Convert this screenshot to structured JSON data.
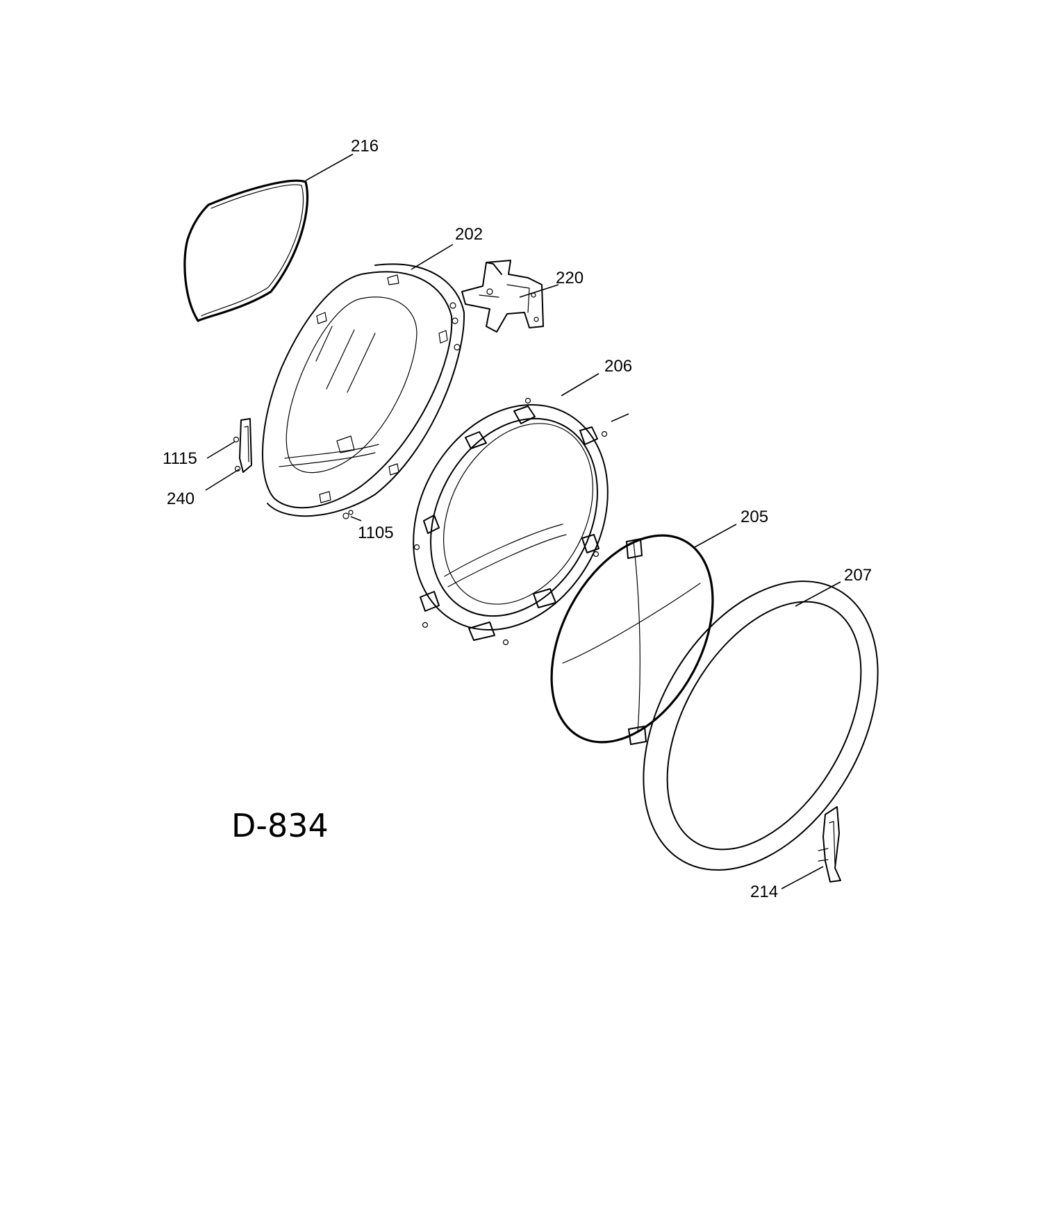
{
  "diagram": {
    "code": "D-834",
    "callouts": {
      "c216": "216",
      "c202": "202",
      "c220": "220",
      "c206": "206",
      "c1115": "1115",
      "c240": "240",
      "c1105": "1105",
      "c205": "205",
      "c207": "207",
      "c214": "214"
    }
  }
}
